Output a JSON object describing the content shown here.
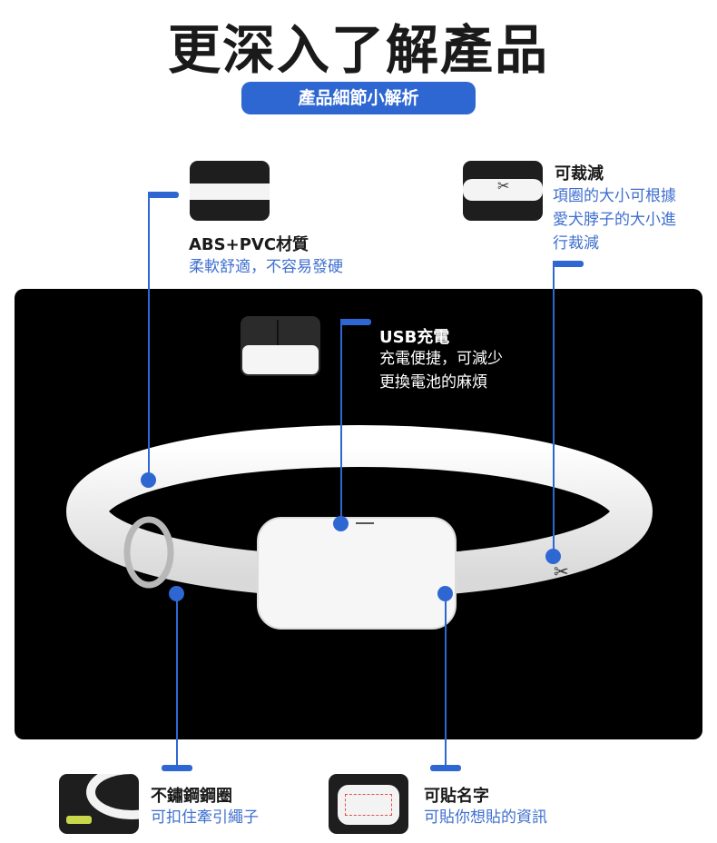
{
  "header": {
    "title": "更深入了解產品",
    "subtitle": "產品細節小解析"
  },
  "features": {
    "abs": {
      "title": "ABS+PVC材質",
      "desc": "柔軟舒適，不容易發硬"
    },
    "cut": {
      "title": "可裁減",
      "desc_lines": [
        "項圈的大小可根據",
        "愛犬脖子的大小進",
        "行裁減"
      ]
    },
    "usb": {
      "title": "USB充電",
      "desc_lines": [
        "充電便捷，可減少",
        "更換電池的麻煩"
      ]
    },
    "ring": {
      "title": "不鏽鋼鋼圈",
      "desc": "可扣住牽引繩子"
    },
    "name": {
      "title": "可貼名字",
      "desc": "可貼你想貼的資訊"
    }
  },
  "colors": {
    "accent": "#2f67d2",
    "text": "#1a1a1a",
    "desc": "#3f6fcf",
    "background": "#000000"
  }
}
